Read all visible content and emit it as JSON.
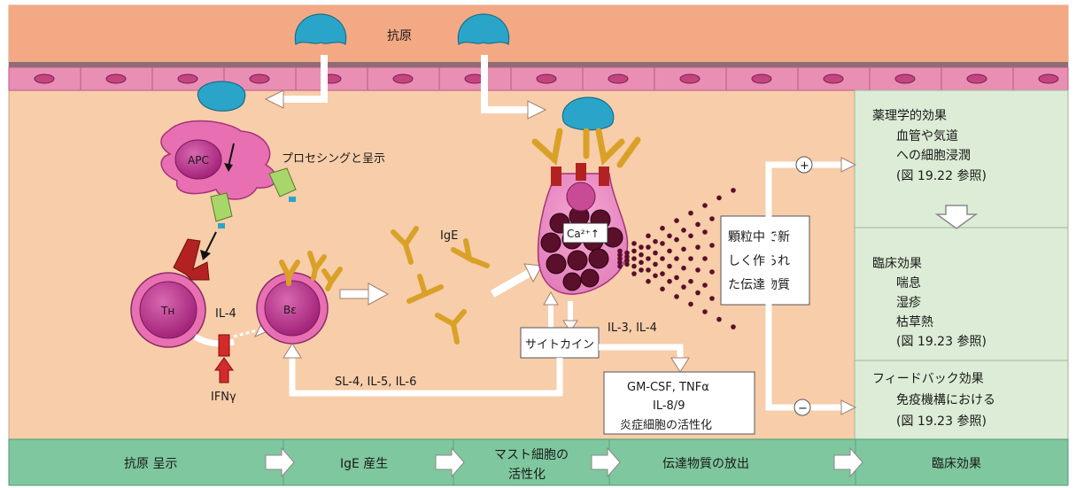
{
  "top_label": "抗原",
  "processing_label": "プロセシングと呈示",
  "apc_label": "APC",
  "th_label": "Tн",
  "b_label": "Bε",
  "il4_label": "IL-4",
  "ifn_label": "IFNγ",
  "ige_label": "IgE",
  "ca_label": "Ca²⁺↑",
  "cytokine_label": "サイトカイン",
  "il34_label": "IL-3, IL-4",
  "sl_label": "SL-4, IL-5, IL-6",
  "gm_box": {
    "line1": "GM-CSF, TNFα",
    "line2": "IL-8/9",
    "line3": "炎症細胞の活性化"
  },
  "granule_box": {
    "line1": "顆粒中で新",
    "line2": "しく作られ",
    "line3": "た伝達物質"
  },
  "plus_sign": "+",
  "minus_sign": "−",
  "right_panel": {
    "pharm": {
      "title": "薬理学的効果",
      "line1": "血管や気道",
      "line2": "への細胞浸潤",
      "line3": "(図 19.22 参照)"
    },
    "clinical": {
      "title": "臨床効果",
      "line1": "喘息",
      "line2": "湿疹",
      "line3": "枯草熱",
      "line4": "(図 19.23 参照)"
    },
    "feedback": {
      "title": "フィードバック効果",
      "line1": "免疫機構における",
      "line2": "(図 19.23 参照)"
    }
  },
  "bottom_steps": [
    {
      "line1": "抗原 呈示",
      "line2": ""
    },
    {
      "line1": "IgE 産生",
      "line2": ""
    },
    {
      "line1": "マスト細胞の",
      "line2": "活性化"
    },
    {
      "line1": "伝達物質の放出",
      "line2": ""
    },
    {
      "line1": "臨床効果",
      "line2": ""
    }
  ],
  "colors": {
    "background": "#f7cdaa",
    "top_band": "#f4a985",
    "membrane": "#e98fb3",
    "antigen": "#2aa5c9",
    "cell": "#b8318a",
    "ige": "#d9a127",
    "receptor": "#b32222",
    "panel": "#dcecd6",
    "bottom_bar": "#7fc79e"
  }
}
